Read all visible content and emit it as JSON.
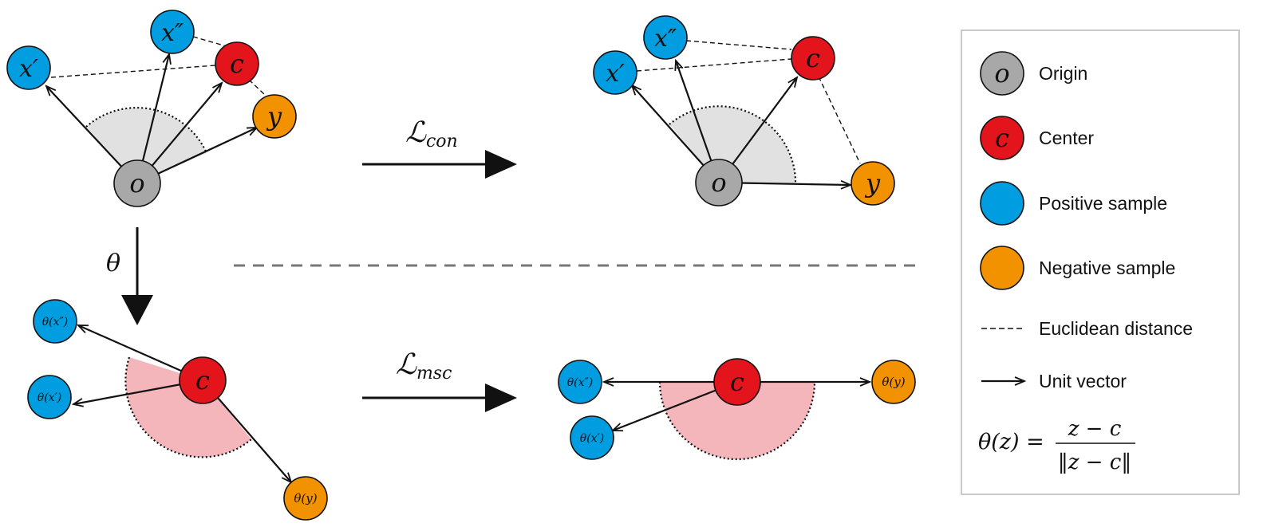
{
  "colors": {
    "origin": "#a8a8a8",
    "center": "#e3141b",
    "positive": "#009ee0",
    "negative": "#f39200",
    "region_gray": "#e1e1e1",
    "region_pink": "#f4b6bb",
    "divider": "#777777"
  },
  "top_left": {
    "x_prime": "x′",
    "x_dprime": "x″",
    "c": "c",
    "y": "y",
    "o": "o"
  },
  "top_right": {
    "x_prime": "x′",
    "x_dprime": "x″",
    "c": "c",
    "y": "y",
    "o": "o"
  },
  "arrows": {
    "con_label_script": "ℒ",
    "con_label_sub": "con",
    "msc_label_script": "ℒ",
    "msc_label_sub": "msc",
    "theta_label": "θ"
  },
  "bottom_left": {
    "c": "c",
    "theta_x_dprime": "θ(x″)",
    "theta_x_prime": "θ(x′)",
    "theta_y": "θ(y)"
  },
  "bottom_right": {
    "c": "c",
    "theta_x_dprime": "θ(x″)",
    "theta_x_prime": "θ(x′)",
    "theta_y": "θ(y)"
  },
  "legend": {
    "origin_symbol": "o",
    "origin_label": "Origin",
    "center_symbol": "c",
    "center_label": "Center",
    "positive_label": "Positive sample",
    "negative_label": "Negative sample",
    "euclidean_label": "Euclidean distance",
    "unit_vector_label": "Unit vector",
    "formula_lhs": "θ(z) =",
    "formula_num": "z − c",
    "formula_den": "‖z − c‖"
  }
}
